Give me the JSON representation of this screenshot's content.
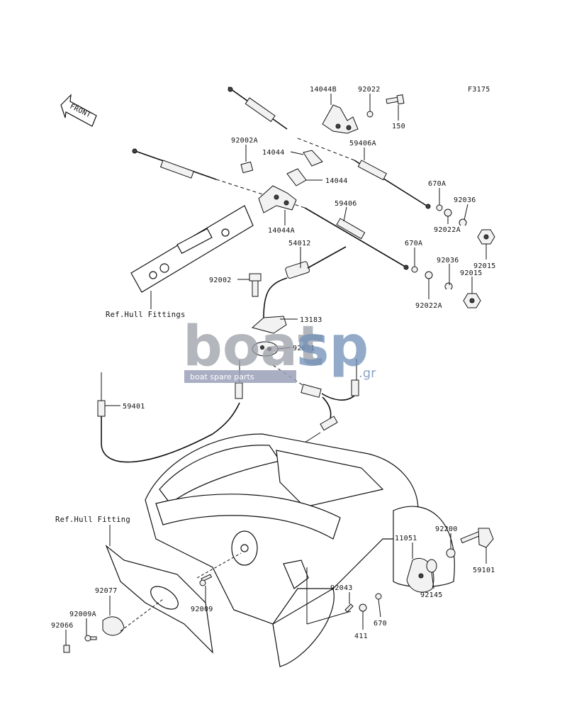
{
  "figure_code": "F3175",
  "front_label": "FRONT",
  "watermark": {
    "brand_a": "boat",
    "brand_b": "sp",
    "suffix": ".gr",
    "tagline": "boat spare parts"
  },
  "callouts": {
    "p14044B": "14044B",
    "p92022": "92022",
    "p150": "150",
    "p92002A": "92002A",
    "p14044_a": "14044",
    "p59406A": "59406A",
    "p14044_b": "14044",
    "p670A_a": "670A",
    "p92036_a": "92036",
    "p59406": "59406",
    "p14044A": "14044A",
    "p92022A_a": "92022A",
    "p92015_a": "92015",
    "p54012": "54012",
    "p670A_b": "670A",
    "p92036_b": "92036",
    "p92015_b": "92015",
    "p92002": "92002",
    "p92022A_b": "92022A",
    "p13183": "13183",
    "p92071": "92071",
    "p59401": "59401",
    "p92200": "92200",
    "p11051": "11051",
    "p59101": "59101",
    "p92145": "92145",
    "p92043": "92043",
    "p670": "670",
    "p411": "411",
    "p92009": "92009",
    "p92077": "92077",
    "p92009A": "92009A",
    "p92066": "92066"
  },
  "refs": {
    "hull_fittings": "Ref.Hull Fittings",
    "hull_fitting": "Ref.Hull Fitting"
  }
}
